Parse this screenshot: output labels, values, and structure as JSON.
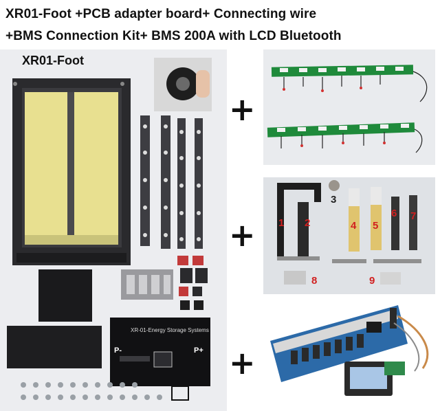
{
  "header": {
    "line1": "XR01-Foot +PCB adapter board+ Connecting wire",
    "line2": "+BMS Connection Kit+ BMS 200A with LCD Bluetooth"
  },
  "left_panel": {
    "label": "XR01-Foot",
    "front_plate_text": "XR-01-Energy Storage Systems",
    "terminal_neg": "P-",
    "terminal_pos": "P+"
  },
  "separators": {
    "plus": "+"
  },
  "kit_numbers": [
    "1",
    "2",
    "3",
    "4",
    "5",
    "6",
    "7",
    "8",
    "9"
  ],
  "colors": {
    "enclosure": "#2a2a2d",
    "insulation": "#e8e090",
    "pcb": "#1f8a3b",
    "bms_board": "#2c6aa8",
    "copper": "#c98a4a",
    "kit_label": "#d12020"
  }
}
